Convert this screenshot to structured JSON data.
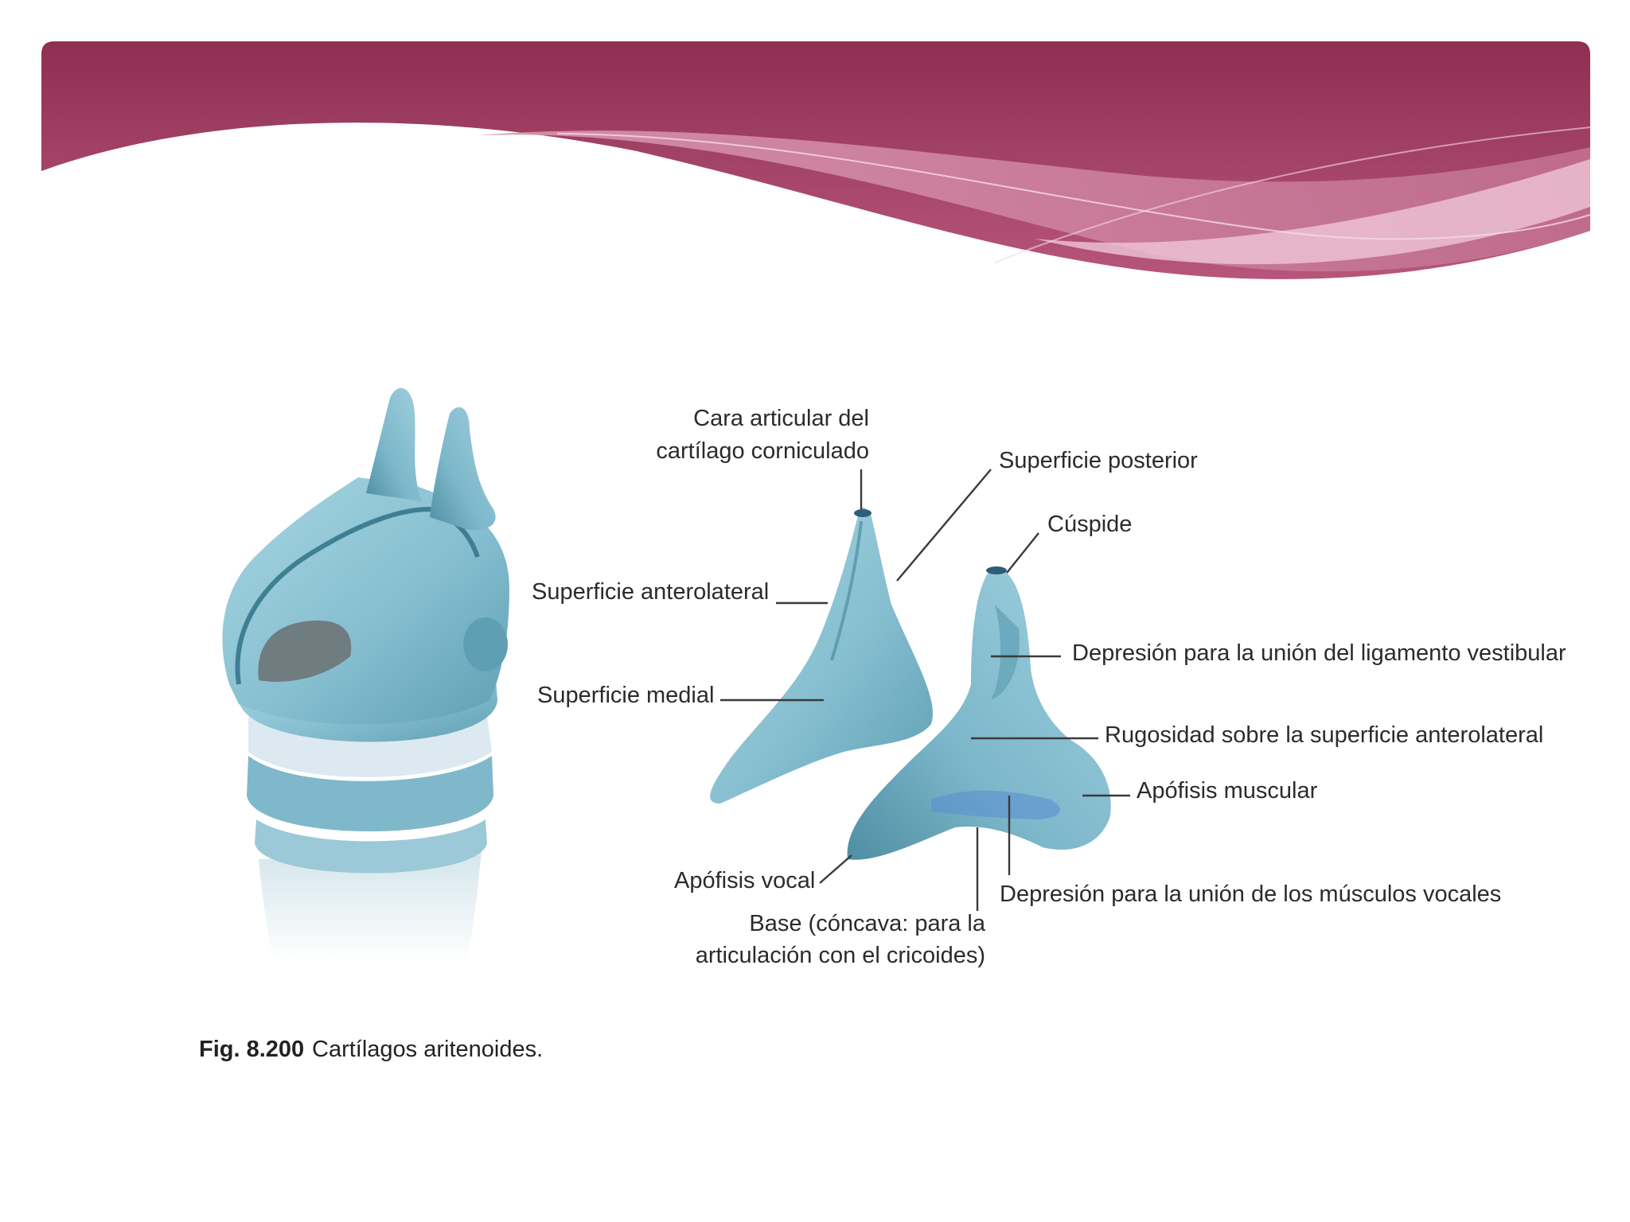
{
  "colors": {
    "banner_dark": "#8e2f52",
    "banner_light": "#e6adc2",
    "cartilage": "#8fc6d6",
    "cartilage_shadow": "#4f8ea3"
  },
  "labels": {
    "corniculate_facet_line1": "Cara articular del",
    "corniculate_facet_line2": "cartílago corniculado",
    "posterior_surface": "Superficie posterior",
    "apex": "Cúspide",
    "anterolateral_surface": "Superficie anterolateral",
    "vestibular_depression": "Depresión para la unión del ligamento vestibular",
    "medial_surface": "Superficie medial",
    "rugosity": "Rugosidad sobre la superficie anterolateral",
    "muscular_process": "Apófisis muscular",
    "vocal_process": "Apófisis vocal",
    "vocalis_depression": "Depresión para la unión de los músculos vocales",
    "base_line1": "Base (cóncava: para la",
    "base_line2": "articulación con el cricoides)"
  },
  "caption": {
    "number": "Fig. 8.200",
    "text": "Cartílagos aritenoides."
  }
}
